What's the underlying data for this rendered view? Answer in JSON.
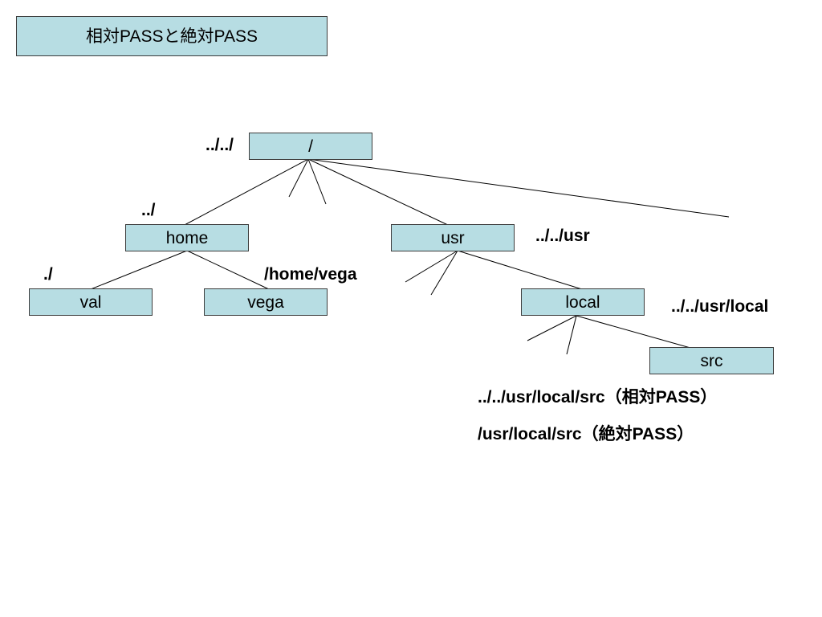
{
  "title": "相対PASSと絶対PASS",
  "nodes": {
    "root": "/",
    "home": "home",
    "usr": "usr",
    "val": "val",
    "vega": "vega",
    "local": "local",
    "src": "src"
  },
  "annotations": {
    "root_rel": "../../",
    "home_rel": "../",
    "val_rel": "./",
    "vega_abs": "/home/vega",
    "usr_rel": "../../usr",
    "local_rel": "../../usr/local",
    "src_rel": "../../usr/local/src（相対PASS）",
    "src_abs": "/usr/local/src（絶対PASS）"
  }
}
